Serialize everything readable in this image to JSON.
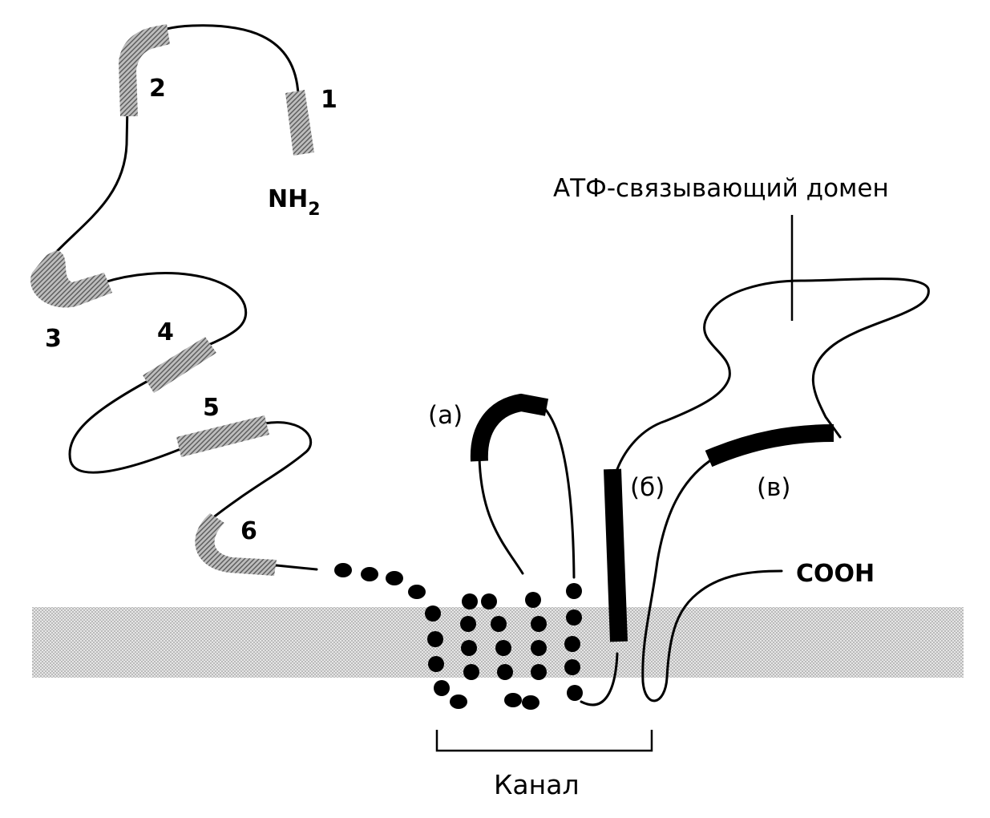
{
  "labels": {
    "seg1": "1",
    "seg2": "2",
    "seg3": "3",
    "seg4": "4",
    "seg5": "5",
    "seg6": "6",
    "nh2_main": "NH",
    "nh2_sub": "2",
    "atp_domain": "АТФ-связывающий домен",
    "a": "(а)",
    "b": "(б)",
    "v": "(в)",
    "cooh": "COOH",
    "channel": "Канал"
  },
  "colors": {
    "line": "#000000",
    "hatch": "#8a8a8a",
    "membrane": "#d9d9d9"
  }
}
